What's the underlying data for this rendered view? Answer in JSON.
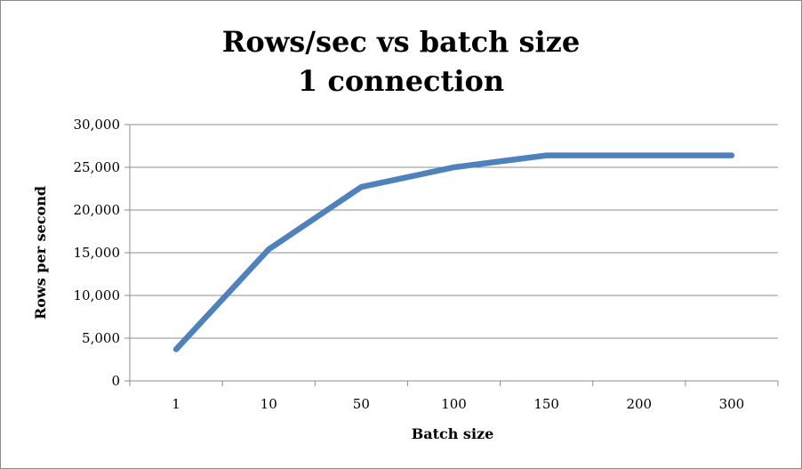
{
  "chart_data": {
    "type": "line",
    "title_lines": [
      "Rows/sec vs batch size",
      "1 connection"
    ],
    "xlabel": "Batch size",
    "ylabel": "Rows per second",
    "categories": [
      "1",
      "10",
      "50",
      "100",
      "150",
      "200",
      "300"
    ],
    "series": [
      {
        "values": [
          3700,
          15400,
          22700,
          25000,
          26400,
          26400,
          26400
        ]
      }
    ],
    "ylim": [
      0,
      30000
    ],
    "ytick_step": 5000,
    "yticks": [
      "0",
      "5,000",
      "10,000",
      "15,000",
      "20,000",
      "25,000",
      "30,000"
    ],
    "grid": true,
    "legend": "none",
    "line_color": "#4f81bd",
    "grid_color": "#8c8c8c"
  }
}
